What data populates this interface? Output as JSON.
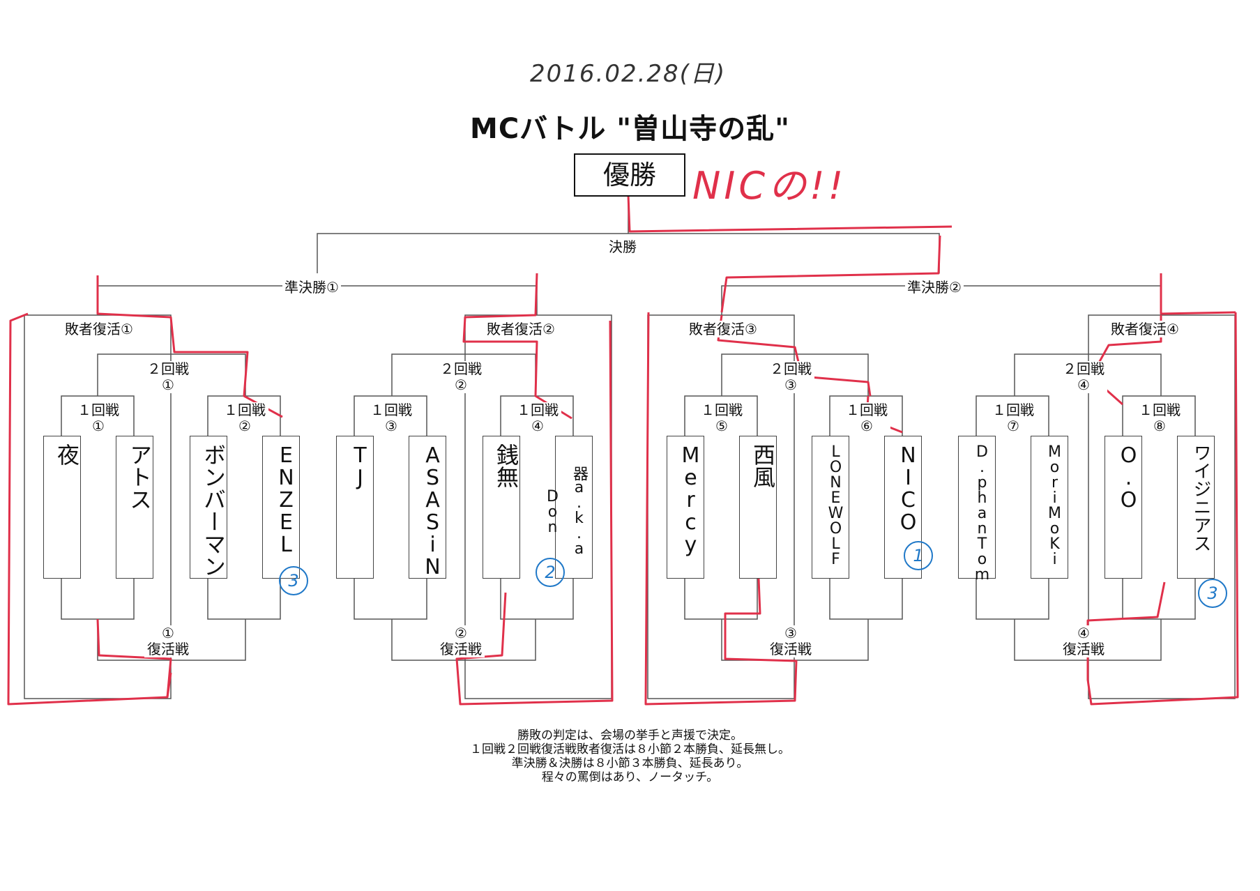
{
  "date": "2016.02.28(日)",
  "title": "MCバトル \"曽山寺の乱\"",
  "champion": {
    "label": "優勝",
    "winner": "NICの!!"
  },
  "final": {
    "label": "決勝"
  },
  "semifinals": [
    "準決勝①",
    "準決勝②"
  ],
  "loser_revival": [
    "敗者復活①",
    "敗者復活②",
    "敗者復活③",
    "敗者復活④"
  ],
  "second_round": {
    "label": "２回戦",
    "numbers": [
      "①",
      "②",
      "③",
      "④"
    ]
  },
  "first_round": {
    "label": "１回戦",
    "numbers": [
      "①",
      "②",
      "③",
      "④",
      "⑤",
      "⑥",
      "⑦",
      "⑧"
    ]
  },
  "repechage": {
    "label": "復活戦",
    "numbers": [
      "①",
      "②",
      "③",
      "④"
    ]
  },
  "competitors": [
    {
      "name": "夜",
      "latin": false
    },
    {
      "name": "アトス",
      "latin": false
    },
    {
      "name": "ボンバーマン",
      "latin": false
    },
    {
      "name": "ENZEL",
      "latin": true
    },
    {
      "name": "TJ",
      "latin": true
    },
    {
      "name": "ASASiN",
      "latin": true
    },
    {
      "name": "銭無",
      "latin": false
    },
    {
      "name": "器a.k.a Don",
      "latin": true
    },
    {
      "name": "Mercy",
      "latin": true
    },
    {
      "name": "西風",
      "latin": false
    },
    {
      "name": "LONEWOLF",
      "latin": true
    },
    {
      "name": "NICO",
      "latin": true
    },
    {
      "name": "D.phanTom",
      "latin": true
    },
    {
      "name": "MoriMoKi",
      "latin": true
    },
    {
      "name": "O.O",
      "latin": true
    },
    {
      "name": "ワイジニアス",
      "latin": false
    }
  ],
  "scores": [
    "3",
    "2",
    "1",
    "3"
  ],
  "rules": [
    "勝敗の判定は、会場の挙手と声援で決定。",
    "１回戦２回戦復活戦敗者復活は８小節２本勝負、延長無し。",
    "準決勝＆決勝は８小節３本勝負、延長あり。",
    "程々の罵倒はあり、ノータッチ。"
  ],
  "colors": {
    "ink": "#111111",
    "red_pen": "#e0304a",
    "blue_pen": "#1f78c8"
  }
}
